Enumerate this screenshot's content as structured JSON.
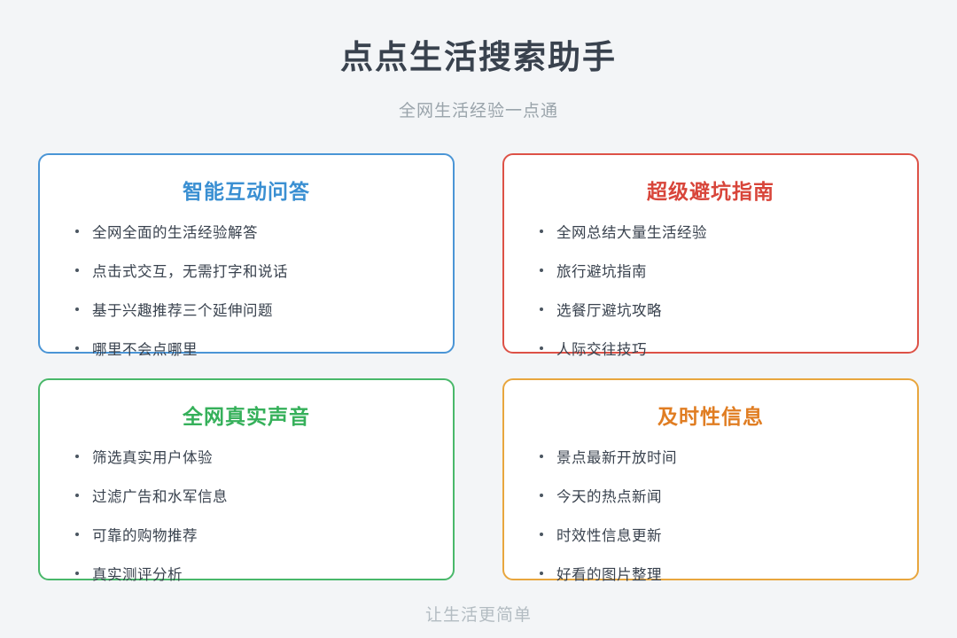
{
  "page": {
    "title": "点点生活搜索助手",
    "subtitle": "全网生活经验一点通",
    "footer": "让生活更简单"
  },
  "colors": {
    "background": "#f3f5f7",
    "heading_text": "#39424e",
    "muted_text": "#9aa4ab",
    "body_text": "#39424e"
  },
  "cards": [
    {
      "title": "智能互动问答",
      "accent_color": "#3a8fd2",
      "border_color": "#4a95d6",
      "items": [
        "全网全面的生活经验解答",
        "点击式交互，无需打字和说话",
        "基于兴趣推荐三个延伸问题",
        "哪里不会点哪里"
      ]
    },
    {
      "title": "超级避坑指南",
      "accent_color": "#d8453a",
      "border_color": "#dd5247",
      "items": [
        "全网总结大量生活经验",
        "旅行避坑指南",
        "选餐厅避坑攻略",
        "人际交往技巧"
      ]
    },
    {
      "title": "全网真实声音",
      "accent_color": "#35b05a",
      "border_color": "#49b86a",
      "items": [
        "筛选真实用户体验",
        "过滤广告和水军信息",
        "可靠的购物推荐",
        "真实测评分析"
      ]
    },
    {
      "title": "及时性信息",
      "accent_color": "#e07d22",
      "border_color": "#e8a63e",
      "items": [
        "景点最新开放时间",
        "今天的热点新闻",
        "时效性信息更新",
        "好看的图片整理"
      ]
    }
  ]
}
